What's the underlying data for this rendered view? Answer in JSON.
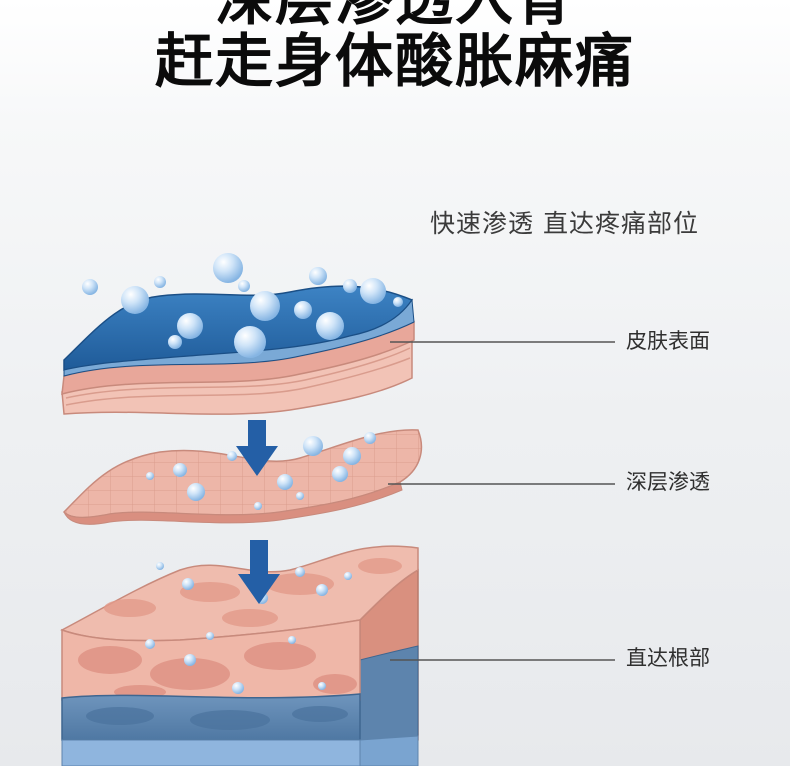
{
  "headline": {
    "line1": "深层渗透入骨",
    "line2": "赶走身体酸胀麻痛"
  },
  "tagline": "快速渗透 直达疼痛部位",
  "layers": [
    {
      "label": "皮肤表面"
    },
    {
      "label": "深层渗透"
    },
    {
      "label": "直达根部"
    }
  ],
  "colors": {
    "skin_top_blue": "#2e6fae",
    "skin_pink": "#ebb1a3",
    "skin_dark_pink": "#d9897c",
    "deep_blue": "#5f87b0",
    "arrow_blue": "#245fa6",
    "bubble_blue": "#a9cdf0"
  }
}
